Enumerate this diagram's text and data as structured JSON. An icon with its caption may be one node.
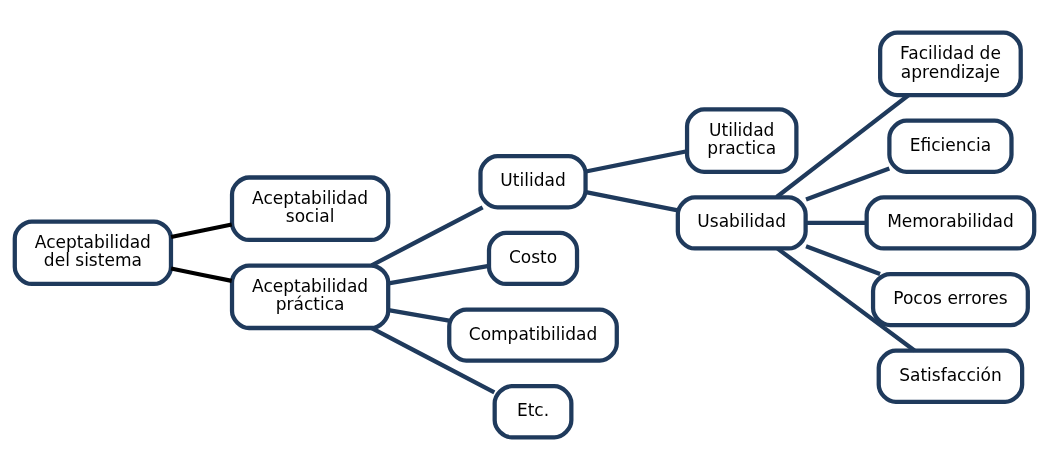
{
  "diagram": {
    "nodes": [
      {
        "text": [
          "Aceptabilidad del sistema"
        ]
      },
      {
        "text": [
          "Aceptabilidad social"
        ]
      },
      {
        "text": [
          "Aceptabilidad práctica"
        ]
      },
      {
        "text": [
          "Utilidad"
        ]
      },
      {
        "text": [
          "Costo"
        ]
      },
      {
        "text": [
          "Compatibilidad"
        ]
      },
      {
        "text": [
          "Etc."
        ]
      },
      {
        "text": [
          "Utilidad practica"
        ]
      },
      {
        "text": [
          "Usabilidad"
        ]
      },
      {
        "text": [
          "Facilidad de aprendizaje"
        ]
      },
      {
        "text": [
          "Eficiencia"
        ]
      },
      {
        "text": [
          "Memorabilidad"
        ]
      },
      {
        "text": [
          "Pocos errores"
        ]
      },
      {
        "text": [
          "Satisfacción"
        ]
      }
    ],
    "edges": [
      {
        "from": 0,
        "to": 1,
        "arrow": "none",
        "color": "#000000"
      },
      {
        "from": 0,
        "to": 2,
        "arrow": "none",
        "color": "#000000"
      },
      {
        "from": 2,
        "to": 3,
        "arrow": "none"
      },
      {
        "from": 2,
        "to": 4,
        "arrow": "none"
      },
      {
        "from": 2,
        "to": 5,
        "arrow": "none"
      },
      {
        "from": 2,
        "to": 6,
        "arrow": "none"
      },
      {
        "from": 3,
        "to": 7,
        "arrow": "none"
      },
      {
        "from": 3,
        "to": 8,
        "arrow": "none"
      },
      {
        "from": 8,
        "to": 9,
        "arrow": "none"
      },
      {
        "from": 8,
        "to": 10,
        "arrow": "none"
      },
      {
        "from": 8,
        "to": 11,
        "arrow": "none"
      },
      {
        "from": 8,
        "to": 12,
        "arrow": "none"
      },
      {
        "from": 8,
        "to": 13,
        "arrow": "none"
      }
    ]
  }
}
